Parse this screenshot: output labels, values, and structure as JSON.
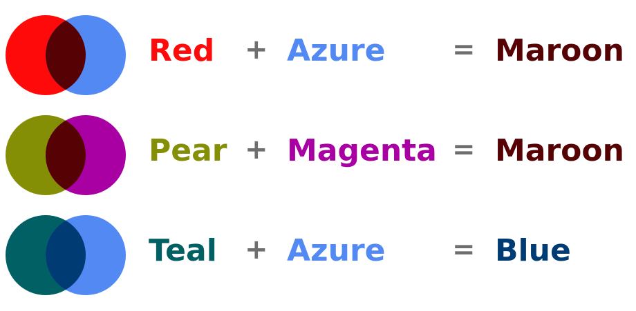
{
  "operators": {
    "plus": "+",
    "equals": "="
  },
  "rows": [
    {
      "a": {
        "label": "Red",
        "color": "#fe0a0a"
      },
      "b": {
        "label": "Azure",
        "color": "#5289f3"
      },
      "result": {
        "label": "Maroon",
        "color": "#560205"
      }
    },
    {
      "a": {
        "label": "Pear",
        "color": "#858f06"
      },
      "b": {
        "label": "Magenta",
        "color": "#a800a2"
      },
      "result": {
        "label": "Maroon",
        "color": "#560205"
      }
    },
    {
      "a": {
        "label": "Teal",
        "color": "#006063"
      },
      "b": {
        "label": "Azure",
        "color": "#5289f3"
      },
      "result": {
        "label": "Blue",
        "color": "#003b73"
      }
    }
  ]
}
